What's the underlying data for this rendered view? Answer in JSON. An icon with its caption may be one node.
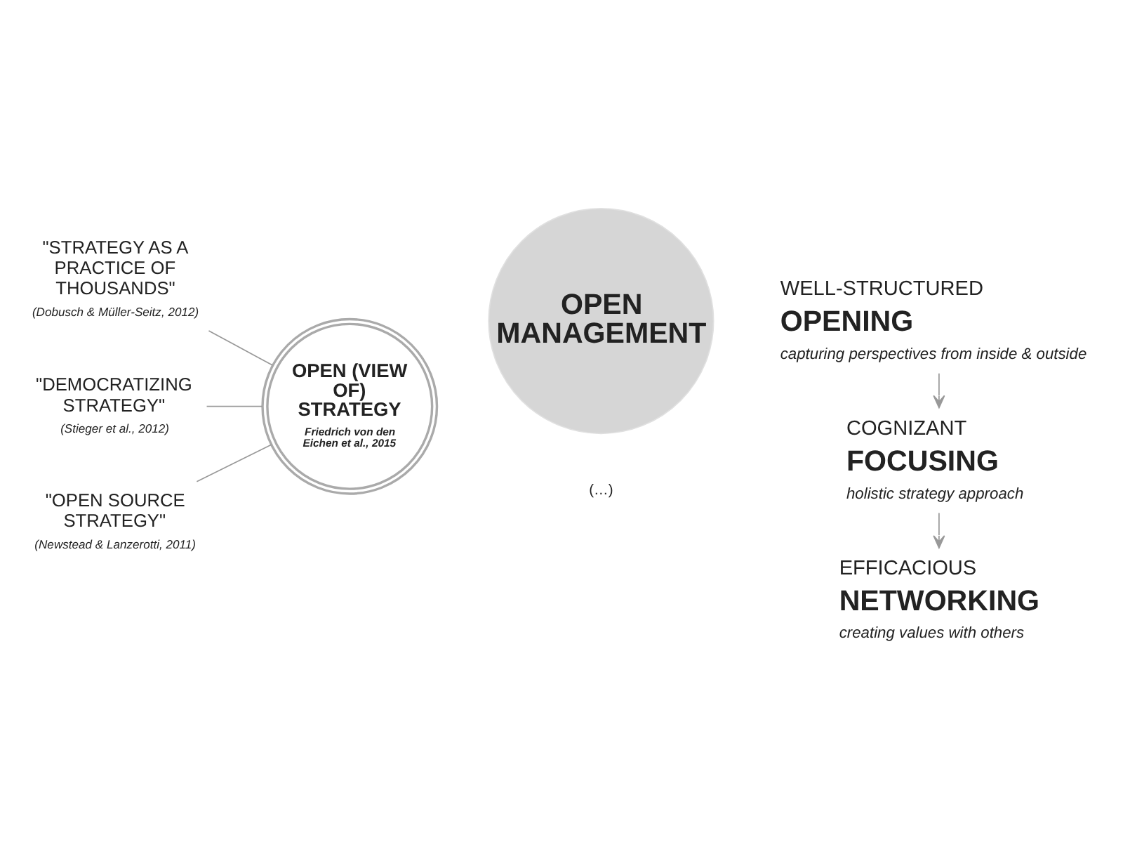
{
  "diagram": {
    "nodes": [
      {
        "text": [
          "\"STRATEGY AS A PRACTICE OF THOUSANDS\"",
          "(Dobusch & Müller-Seitz, 2012)"
        ]
      },
      {
        "text": [
          "\"DEMOCRATIZING STRATEGY\"",
          "(Stieger et al., 2012)"
        ]
      },
      {
        "text": [
          "\"OPEN SOURCE STRATEGY\"",
          "(Newstead & Lanzerotti, 2011)"
        ]
      },
      {
        "text": [
          "OPEN (VIEW OF) STRATEGY",
          "Friedrich von den Eichen et al., 2015"
        ]
      },
      {
        "text": [
          "OPEN MANAGEMENT"
        ]
      },
      {
        "text": [
          "WELL-STRUCTURED",
          "OPENING",
          "capturing perspectives from inside & outside"
        ]
      },
      {
        "text": [
          "COGNIZANT",
          "FOCUSING",
          "holistic strategy approach"
        ]
      },
      {
        "text": [
          "EFFICACIOUS",
          "NETWORKING",
          "creating values with others"
        ]
      }
    ],
    "edges": [
      {
        "from": 0,
        "to": 3,
        "arrow": "none"
      },
      {
        "from": 1,
        "to": 3,
        "arrow": "none"
      },
      {
        "from": 2,
        "to": 3,
        "arrow": "none"
      },
      {
        "from": 5,
        "to": 6,
        "arrow": "to"
      },
      {
        "from": 6,
        "to": 7,
        "arrow": "to"
      }
    ],
    "labels": [
      "(…)"
    ]
  }
}
